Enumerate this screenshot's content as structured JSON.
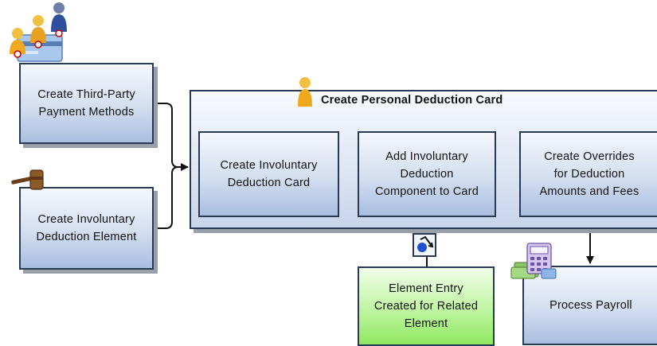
{
  "diagram": {
    "container": {
      "title": "Create Personal Deduction Card"
    },
    "nodes": {
      "third_party": "Create Third-Party\nPayment Methods",
      "invol_element": "Create Involuntary\nDeduction Element",
      "invol_card": "Create Involuntary\nDeduction Card",
      "add_component": "Add Involuntary\nDeduction\nComponent to Card",
      "overrides": "Create Overrides\nfor Deduction\nAmounts and Fees",
      "element_entry": "Element Entry\nCreated for Related\nElement",
      "process_payroll": "Process Payroll"
    },
    "icons": {
      "third_party": "people-with-credit-card-icon",
      "invol_element": "gavel-icon",
      "container": "person-icon",
      "automatic": "automatic-process-icon",
      "payroll": "payroll-calculator-icon"
    },
    "colors": {
      "task_fill": "#c9d6ee",
      "auto_fill": "#b5f08f",
      "border": "#2a3a55"
    }
  }
}
